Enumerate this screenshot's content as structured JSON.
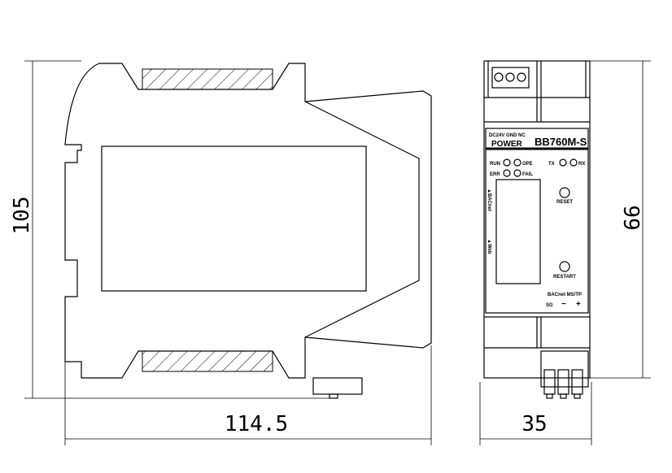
{
  "dimensions": {
    "height_side": "105",
    "width_side": "114.5",
    "height_front": "99",
    "width_front": "35"
  },
  "panel": {
    "power_terminals": "DC24V  GND   NC",
    "power": "POWER",
    "model": "BB760M-S",
    "leds": {
      "run": "RUN",
      "ope": "OPE",
      "err": "ERR",
      "fail": "FAIL",
      "tx": "TX",
      "rx": "RX"
    },
    "reset": "RESET",
    "restart": "RESTART",
    "bacnet_side": "▲BACnet",
    "web_side": "▲Web",
    "bus_label": "BACnet MS/TP",
    "sg": "SG",
    "minus": "−",
    "plus": "+"
  }
}
